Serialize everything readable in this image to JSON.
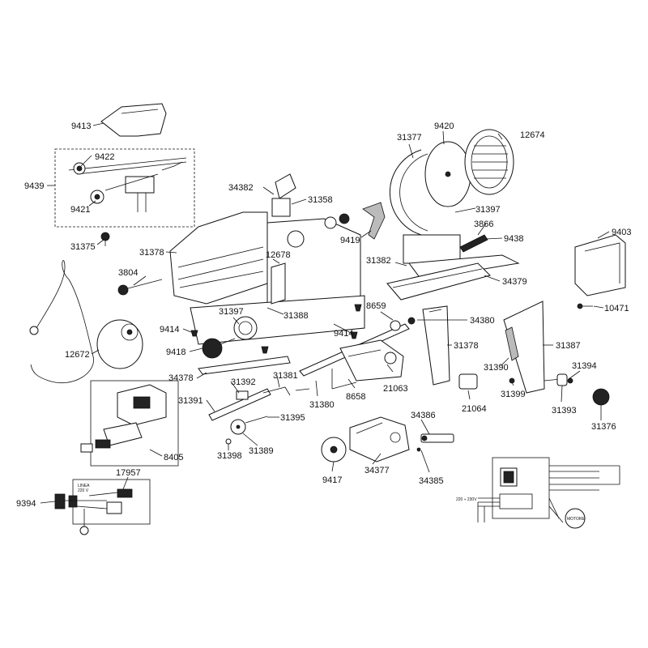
{
  "labels": {
    "p9413": "9413",
    "p9439": "9439",
    "p9422": "9422",
    "p9421": "9421",
    "p31375": "31375",
    "p31377": "31377",
    "p9420": "9420",
    "p12674": "12674",
    "p34382": "34382",
    "p31358": "31358",
    "p31397a": "31397",
    "p3866": "3866",
    "p9438": "9438",
    "p9403": "9403",
    "p31378a": "31378",
    "p12678": "12678",
    "p9419": "9419",
    "p31382": "31382",
    "p34379": "34379",
    "p3804": "3804",
    "p8659": "8659",
    "p31388": "31388",
    "p34380": "34380",
    "p10471": "10471",
    "p9414a": "9414",
    "p31397b": "31397",
    "p9414b": "9414",
    "p31378b": "31378",
    "p31387": "31387",
    "p12672": "12672",
    "p9418": "9418",
    "p31390": "31390",
    "p31394": "31394",
    "p34378": "34378",
    "p31392": "31392",
    "p31381": "31381",
    "p21063": "21063",
    "p31399": "31399",
    "p31391": "31391",
    "p31380": "31380",
    "p8658": "8658",
    "p21064": "21064",
    "p31393": "31393",
    "p31376": "31376",
    "p31395": "31395",
    "p34386": "34386",
    "p31398": "31398",
    "p31389": "31389",
    "p8405": "8405",
    "p9417": "9417",
    "p34377": "34377",
    "p34385": "34385",
    "p17957": "17957",
    "p9394": "9394"
  },
  "schematic": {
    "linea": "LINEA",
    "volt220": "220 V",
    "supply": "220 ÷ 230V",
    "motor": "MOTORE"
  }
}
